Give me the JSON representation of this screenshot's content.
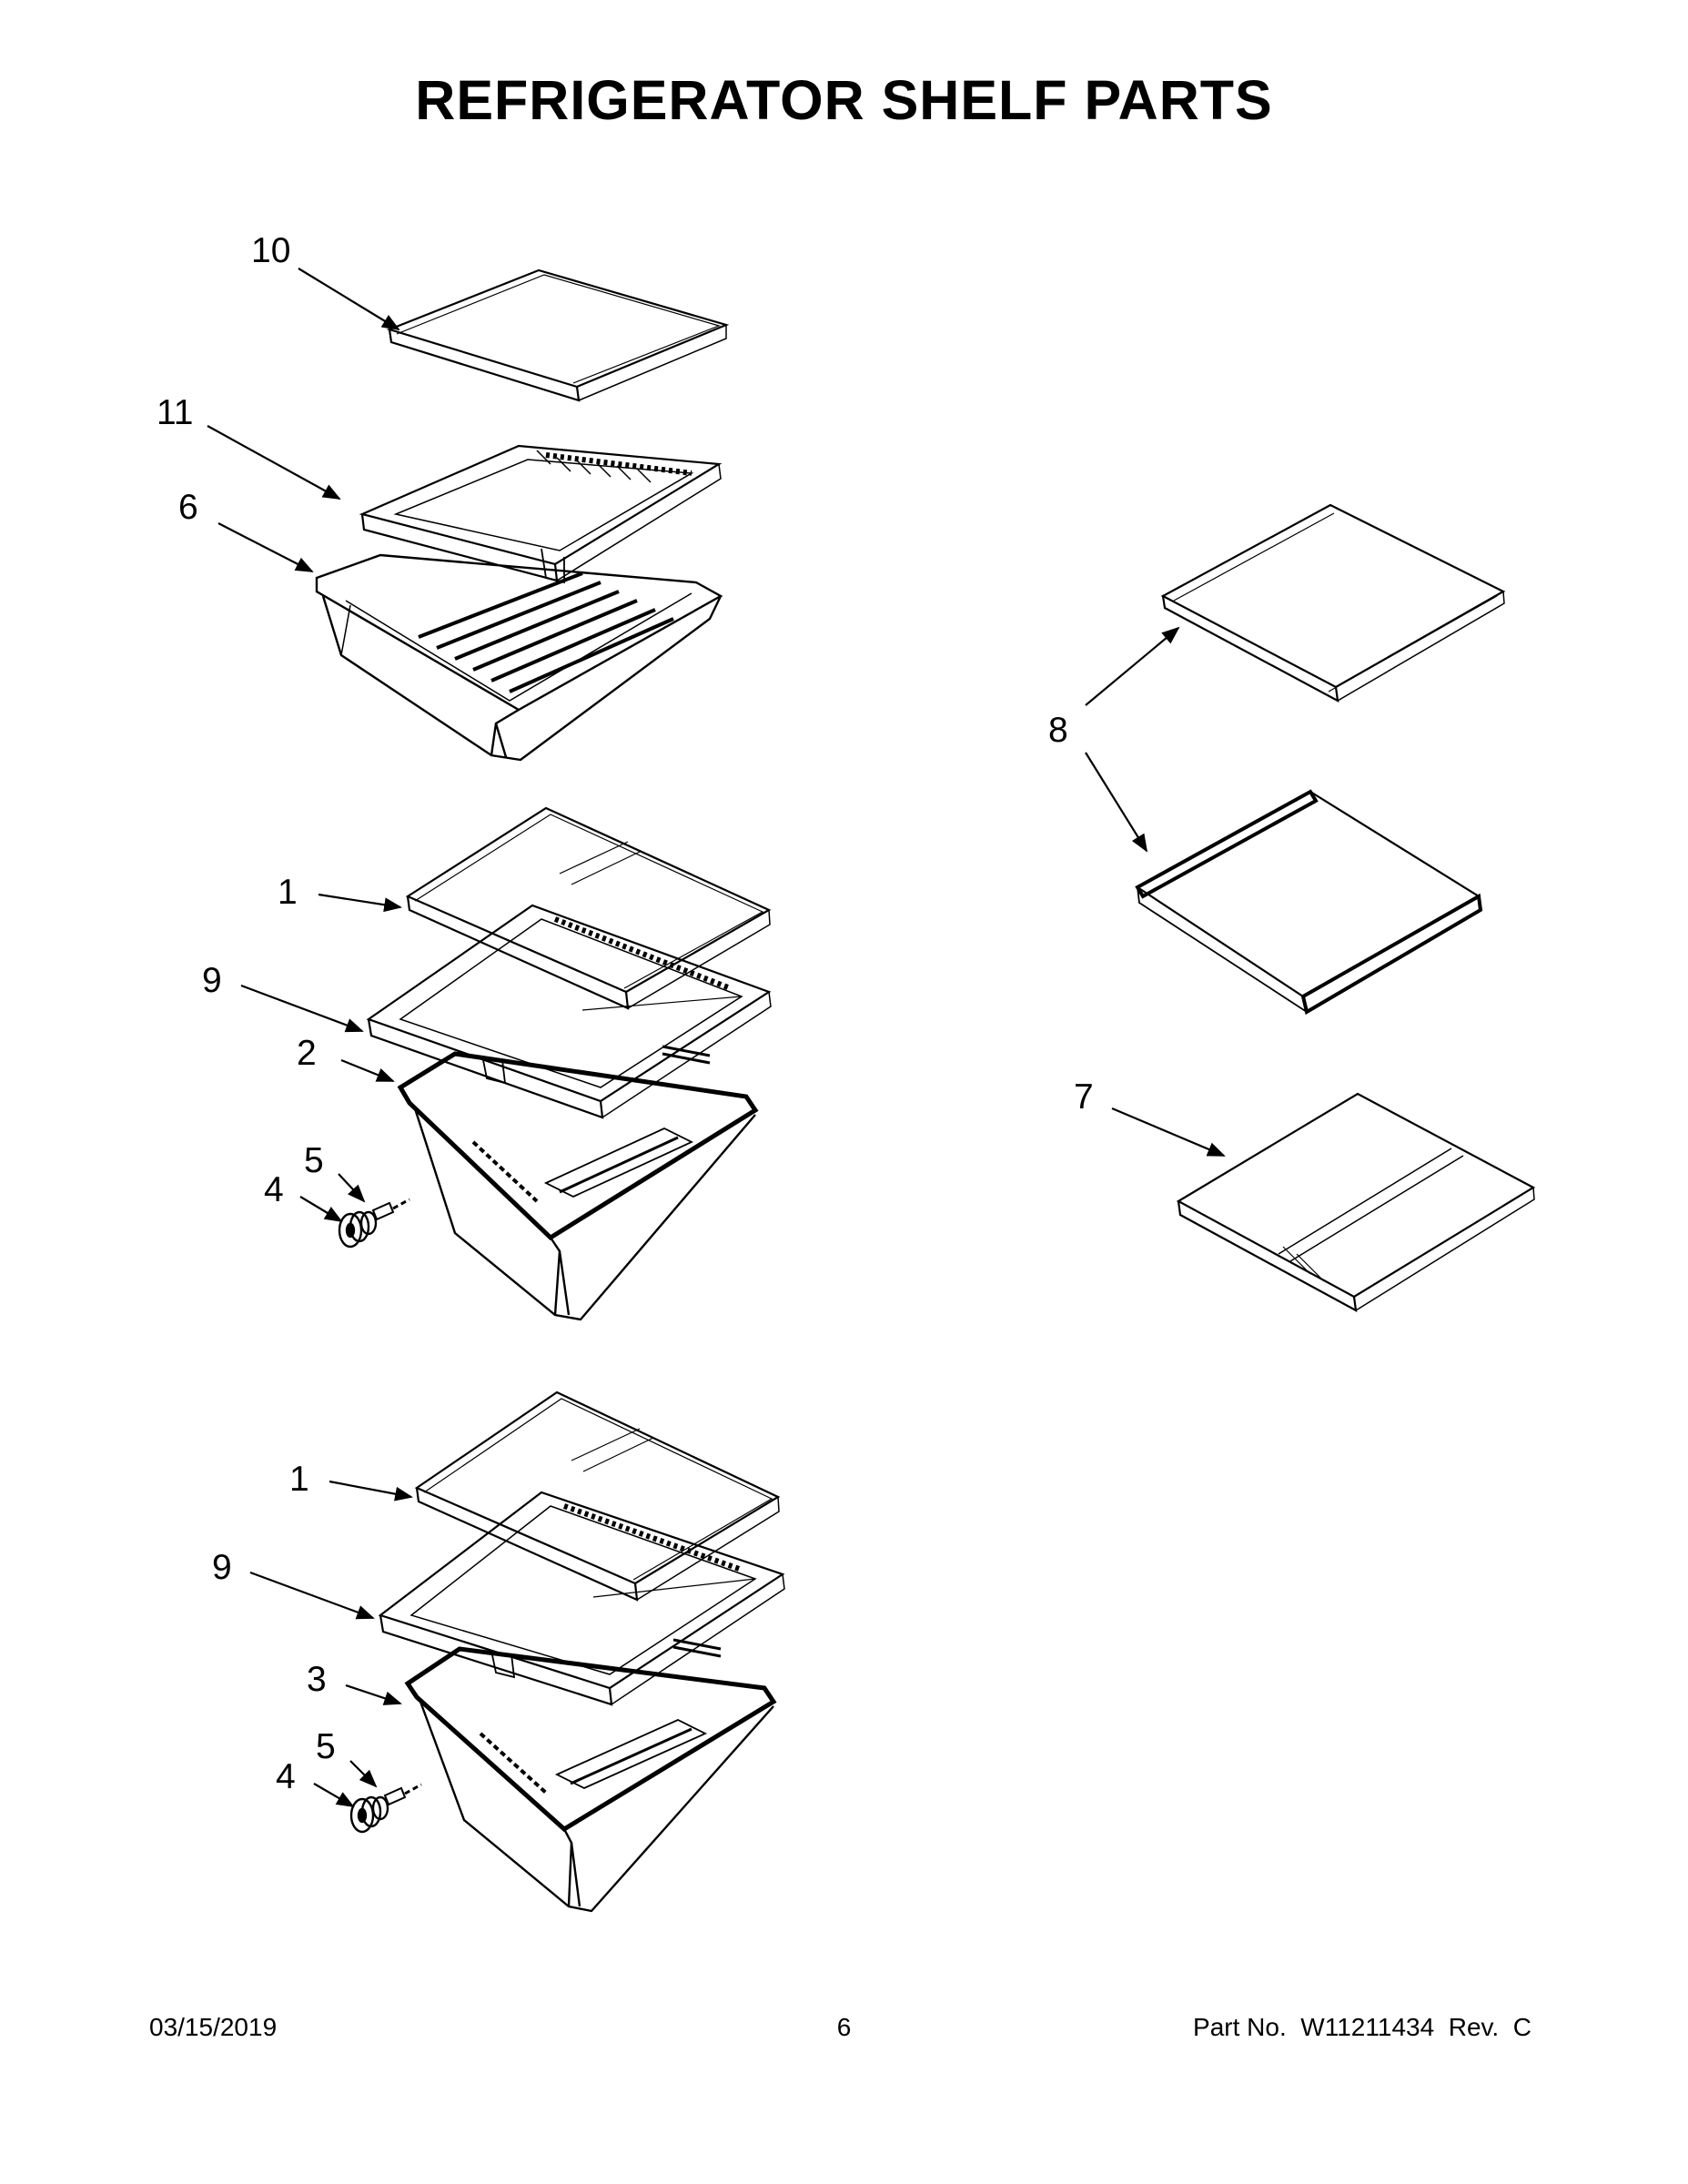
{
  "title": "REFRIGERATOR SHELF PARTS",
  "footer": {
    "date": "03/15/2019",
    "page": "6",
    "part_number": "Part No.  W11211434  Rev.  C"
  },
  "callouts": {
    "c10": "10",
    "c11": "11",
    "c6": "6",
    "c8": "8",
    "c1a": "1",
    "c9a": "9",
    "c2": "2",
    "c5a": "5",
    "c4a": "4",
    "c7": "7",
    "c1b": "1",
    "c9b": "9",
    "c3": "3",
    "c5b": "5",
    "c4b": "4"
  },
  "colors": {
    "line": "#000000",
    "background": "#ffffff"
  }
}
